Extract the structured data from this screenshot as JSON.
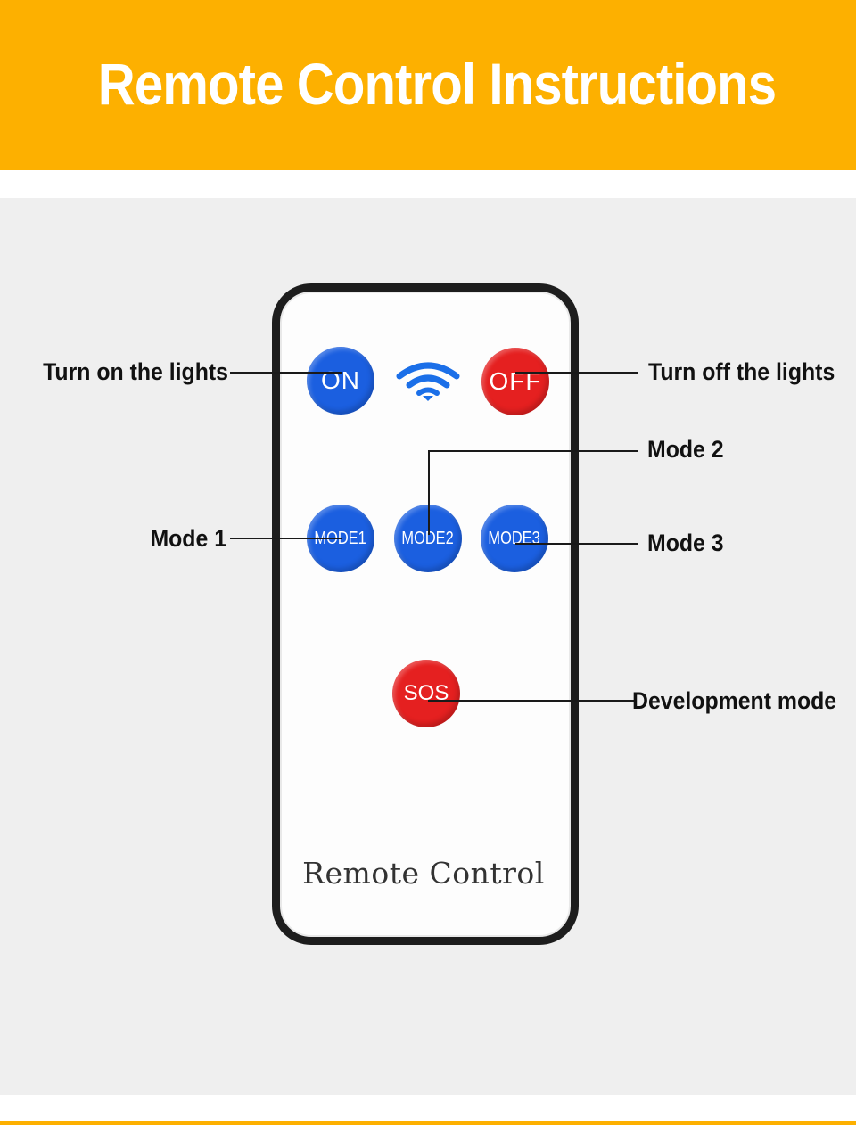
{
  "header": {
    "title": "Remote Control Instructions"
  },
  "remote": {
    "caption": "Remote Control",
    "buttons": {
      "on": "ON",
      "off": "OFF",
      "mode1": "MODE1",
      "mode2": "MODE2",
      "mode3": "MODE3",
      "sos": "SOS"
    },
    "signal_icon": "wifi-signal-icon"
  },
  "callouts": {
    "on": "Turn on the lights",
    "off": "Turn off the lights",
    "mode1": "Mode 1",
    "mode2": "Mode 2",
    "mode3": "Mode 3",
    "sos": "Development mode"
  },
  "colors": {
    "banner": "#fdb000",
    "button_blue": "#1b5fe0",
    "button_red": "#e52020",
    "panel": "#efefef"
  }
}
